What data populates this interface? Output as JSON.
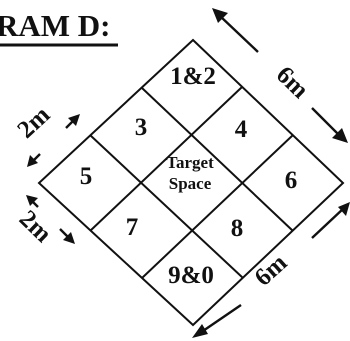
{
  "heading": "RAM D:",
  "cells": {
    "top": "1&2",
    "upper_left": "3",
    "upper_right": "4",
    "left": "5",
    "center_line1": "Target",
    "center_line2": "Space",
    "right": "6",
    "lower_left": "7",
    "lower_right": "8",
    "bottom": "9&0"
  },
  "dimensions": {
    "top_right": "6m",
    "bottom_right": "6m",
    "upper_left": "2m",
    "lower_left": "2m"
  }
}
